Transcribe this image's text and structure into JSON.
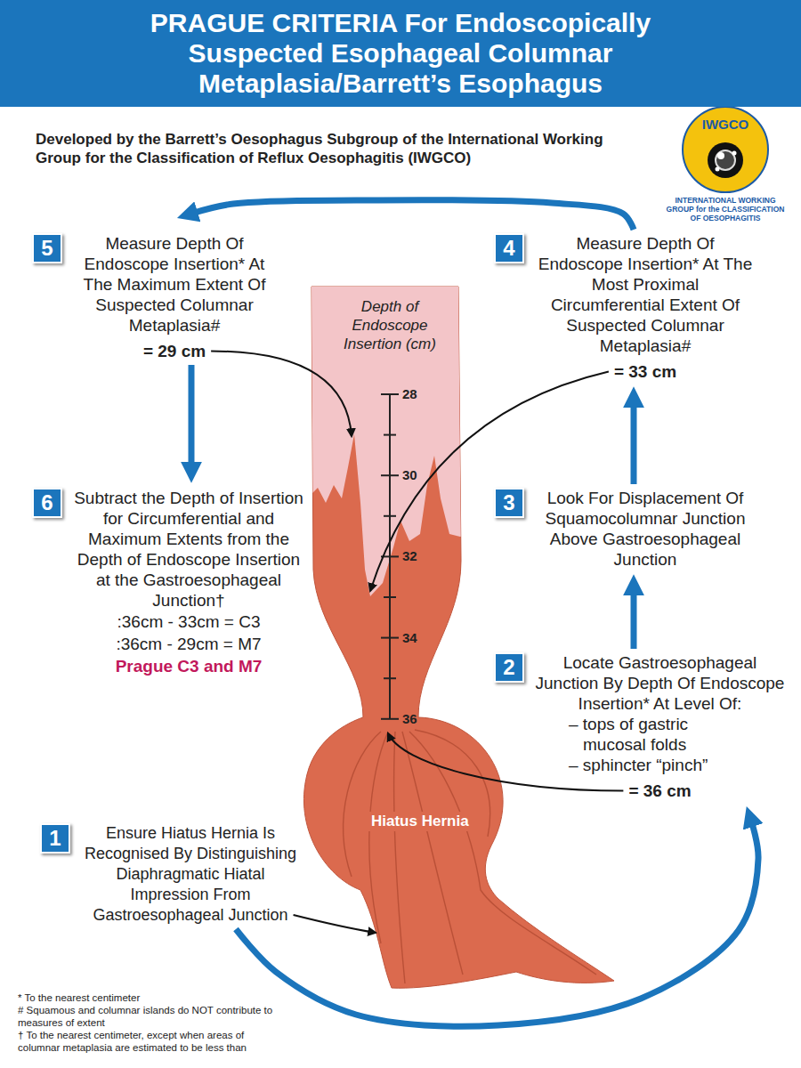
{
  "diagram": {
    "title": "PRAGUE CRITERIA For Endoscopically Suspected Esophageal Columnar Metaplasia/Barrett’s Esophagus",
    "nodes": [
      {
        "text": [
          "1",
          "Ensure Hiatus Hernia Is Recognised By Distinguishing Diaphragmatic Hiatal Impression From Gastroesophageal Junction"
        ]
      },
      {
        "text": [
          "2",
          "Locate Gastroesophageal Junction By Depth Of Endoscope Insertion* At Level Of:",
          "– tops of gastric mucosal folds",
          "– sphincter “pinch”",
          "= 36 cm"
        ]
      },
      {
        "text": [
          "3",
          "Look For Displacement Of Squamocolumnar Junction Above Gastroesophageal Junction"
        ]
      },
      {
        "text": [
          "4",
          "Measure Depth Of Endoscope Insertion* At The Most Proximal Circumferential Extent Of Suspected Columnar Metaplasia#",
          "= 33 cm"
        ]
      },
      {
        "text": [
          "5",
          "Measure Depth Of Endoscope Insertion* At The Maximum Extent Of Suspected Columnar Metaplasia#",
          "= 29 cm"
        ]
      },
      {
        "text": [
          "6",
          "Subtract the Depth of Insertion for Circumferential and Maximum Extents from the Depth of Endoscope Insertion at the Gastroesophageal Junction†",
          ":36cm - 33cm = C3",
          ":36cm - 29cm = M7",
          "Prague C3 and M7"
        ]
      }
    ],
    "edges": [
      {
        "from": 0,
        "to": 1,
        "arrow": "to"
      },
      {
        "from": 1,
        "to": 2,
        "arrow": "to"
      },
      {
        "from": 2,
        "to": 3,
        "arrow": "to"
      },
      {
        "from": 3,
        "to": 4,
        "arrow": "to"
      },
      {
        "from": 4,
        "to": 5,
        "arrow": "to"
      }
    ],
    "labels": [
      "Developed by the Barrett’s Oesophagus Subgroup of the International Working Group for the Classification of Reflux Oesophagitis (IWGCO)",
      "IWGCO",
      "INTERNATIONAL WORKING GROUP for the CLASSIFICATION OF OESOPHAGITIS",
      "Depth of Endoscope Insertion (cm)",
      "28",
      "30",
      "32",
      "34",
      "36",
      "Hiatus Hernia",
      "* To the nearest centimeter",
      "# Squamous and columnar islands do NOT contribute to measures of extent",
      "† To the nearest centimeter, except when areas of columnar metaplasia are estimated to be less than"
    ]
  }
}
